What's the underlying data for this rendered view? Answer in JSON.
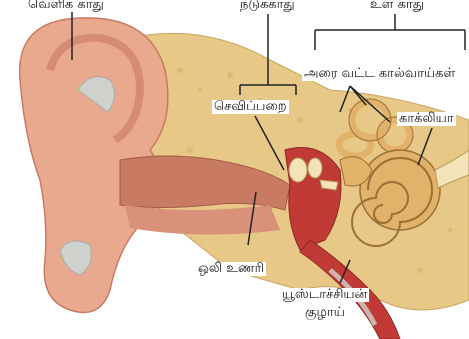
{
  "labels": {
    "outer_ear": "வெளிக் காது",
    "middle_ear": "நடுக்காது",
    "inner_ear": "உள் காது",
    "semicircular_canals": "அரை வட்ட கால்வாய்கள்",
    "eardrum": "செவிப்பறை",
    "cochlea": "காக்லியா",
    "auditory_canal": "ஒலி உணரி",
    "eustachian_tube_line1": "யூஸ்டாச்சியன்",
    "eustachian_tube_line2": "குழாய்"
  },
  "colors": {
    "skin": "#e9a98f",
    "skin_shadow": "#c97a62",
    "cartilage": "#cfd2cc",
    "bone": "#e8c886",
    "cochlea": "#e3b26a",
    "tube": "#c23a36",
    "background": "#ffffff",
    "line": "#222222"
  }
}
